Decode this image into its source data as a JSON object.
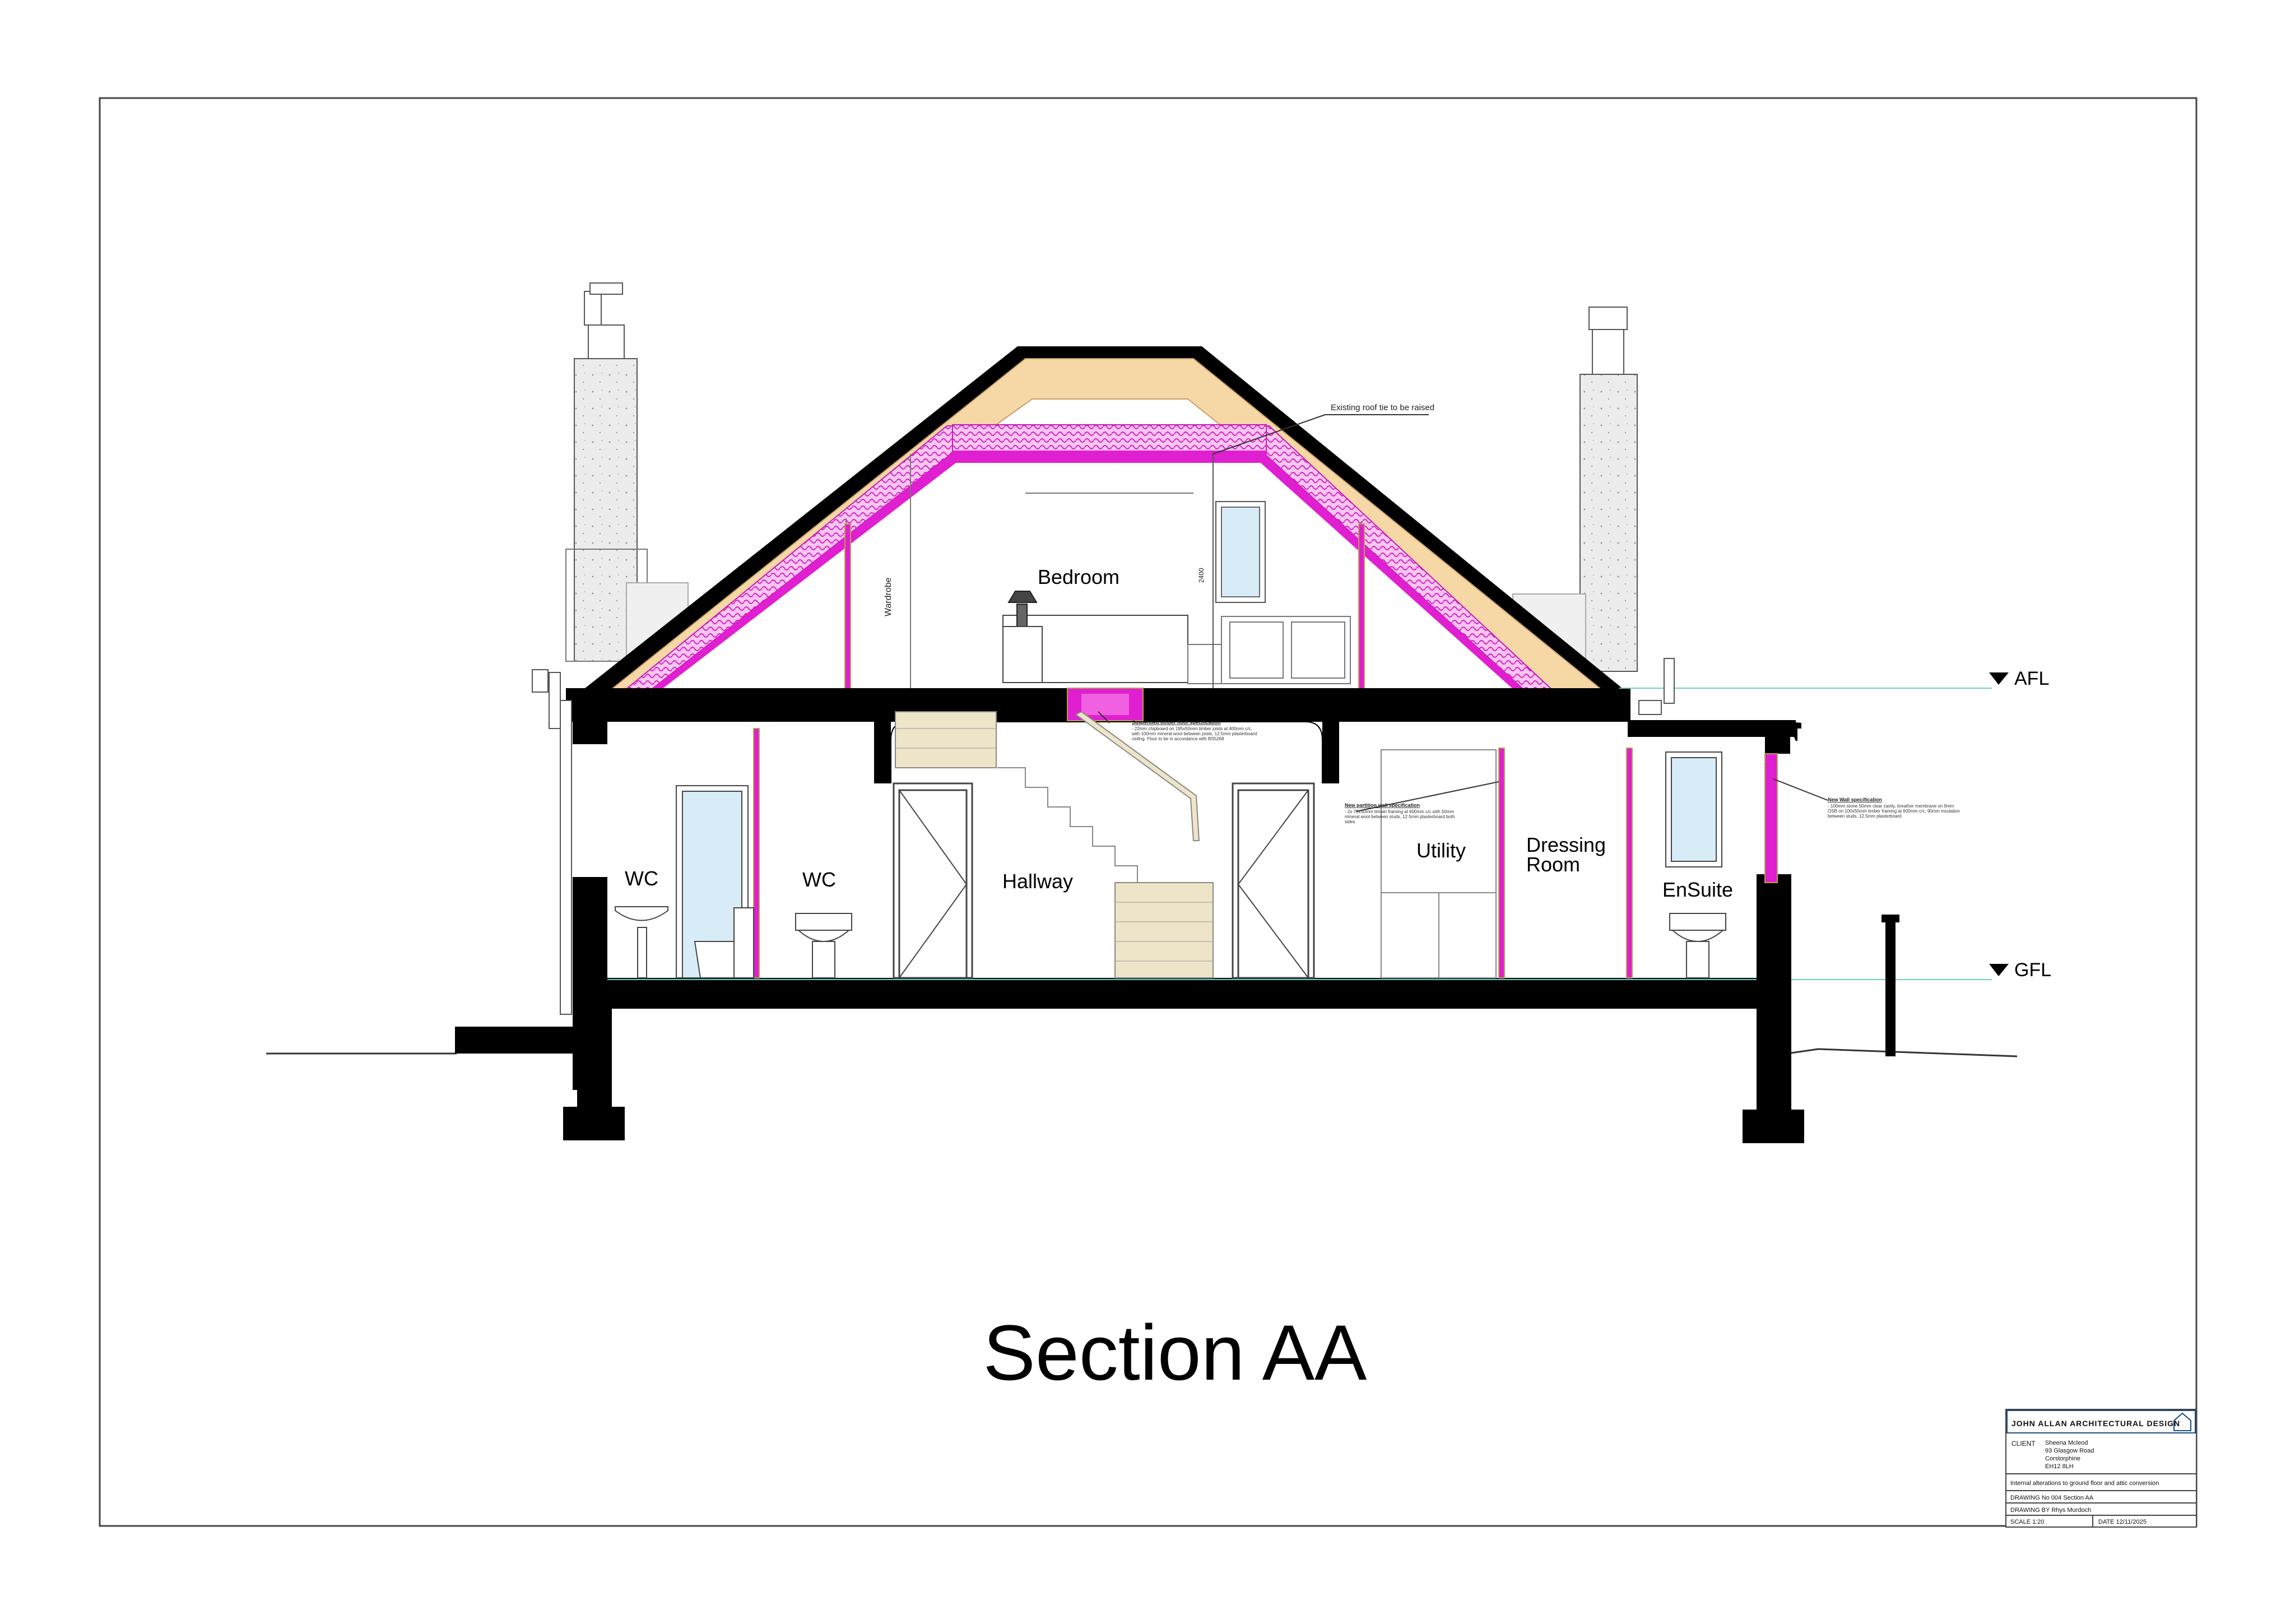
{
  "drawing": {
    "title": "Section AA",
    "levels": {
      "attic": "AFL",
      "ground": "GFL"
    },
    "rooms": {
      "bedroom": "Bedroom",
      "wc_left": "WC",
      "wc_right": "WC",
      "hallway": "Hallway",
      "utility": "Utility",
      "dressing_line1": "Dressing",
      "dressing_line2": "Room",
      "ensuite": "EnSuite"
    },
    "annotations": {
      "roof_tie": "Existing roof tie to be raised",
      "wardrobe": "Wardrobe",
      "height_mark": "2400",
      "floor_spec_title": "Suspended timber floor specification",
      "floor_spec_body": "- 22mm chipboard on 195x50mm timber joists at 400mm c/c, with 100mm mineral wool between joists, 12.5mm plasterboard ceiling. Floor to be in accordance with BS5268",
      "partition_spec_title": "New partition wall specification",
      "partition_spec_body": "- 2x 75x50mm timber framing at 600mm c/c with 50mm mineral wool between studs, 12.5mm plasterboard both sides",
      "wall_spec_title": "New Wall specification",
      "wall_spec_body": "- 100mm stone 50mm clear cavity, breather membrane on 9mm OSB on 100x50mm timber framing at 600mm c/c, 90mm insulation between studs, 12.5mm plasterboard"
    }
  },
  "title_block": {
    "firm": "JOHN ALLAN ARCHITECTURAL DESIGN",
    "client_label": "CLIENT",
    "client_lines": [
      "Sheena Mcleod",
      "93 Glasgow Road",
      "Corstorphine",
      "EH12 8LH"
    ],
    "description": "Internal alterations to ground floor and attic conversion",
    "drawing_no": "DRAWING No 004  Section AA",
    "drawn_by": "DRAWING BY  Rhys Murdoch",
    "scale": "SCALE  1:20",
    "date": "DATE  12/11/2025"
  },
  "colors": {
    "wall": "#000000",
    "insulation": "#e01fd0",
    "rafter": "#f6d7a6",
    "stair": "#eee4c8",
    "glass": "#d8ecf8",
    "level_line": "#6ecfc6",
    "stone": "#d8d8d8"
  }
}
